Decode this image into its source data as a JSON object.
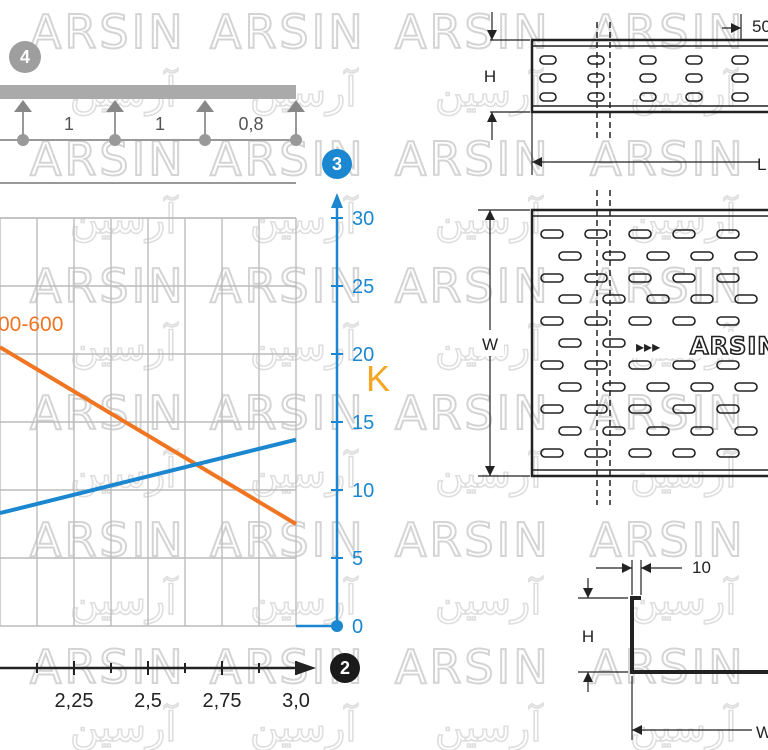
{
  "watermark": {
    "text": "ARSIN",
    "text_fa": "آرسین"
  },
  "badges": {
    "span_marker": "4",
    "right_axis_marker": "3",
    "x_axis_marker": "2"
  },
  "spans": [
    "1",
    "1",
    "0,8"
  ],
  "series_label": "00-600",
  "k_mark": "K",
  "colors": {
    "orange": "#f07522",
    "blue": "#1b87d0",
    "grid": "#bcbcbc",
    "badge_dark": "#1a1a1a",
    "badge_grey": "#9e9e9e"
  },
  "chart_data": {
    "type": "line",
    "x_ticks": [
      "2,25",
      "2,5",
      "2,75",
      "3,0"
    ],
    "y_ticks": [
      "0",
      "5",
      "10",
      "15",
      "20",
      "25",
      "30"
    ],
    "ylim": [
      0,
      30
    ],
    "xlim_visible": [
      2.0,
      3.0
    ],
    "series": [
      {
        "name": "00-600",
        "color": "orange",
        "x": [
          2.0,
          3.0
        ],
        "y": [
          20.5,
          7.5
        ]
      },
      {
        "color": "blue",
        "x": [
          2.0,
          3.0
        ],
        "y": [
          8.3,
          13.7
        ]
      }
    ],
    "grid": true
  },
  "drawing": {
    "dim_50": "50",
    "dim_h": "H",
    "dim_l": "L",
    "dim_w": "W",
    "dim_10": "10",
    "dim_h2": "H",
    "dim_w2": "W",
    "logo_arrows": "▸▸▸",
    "logo_text": "ARSIN"
  }
}
